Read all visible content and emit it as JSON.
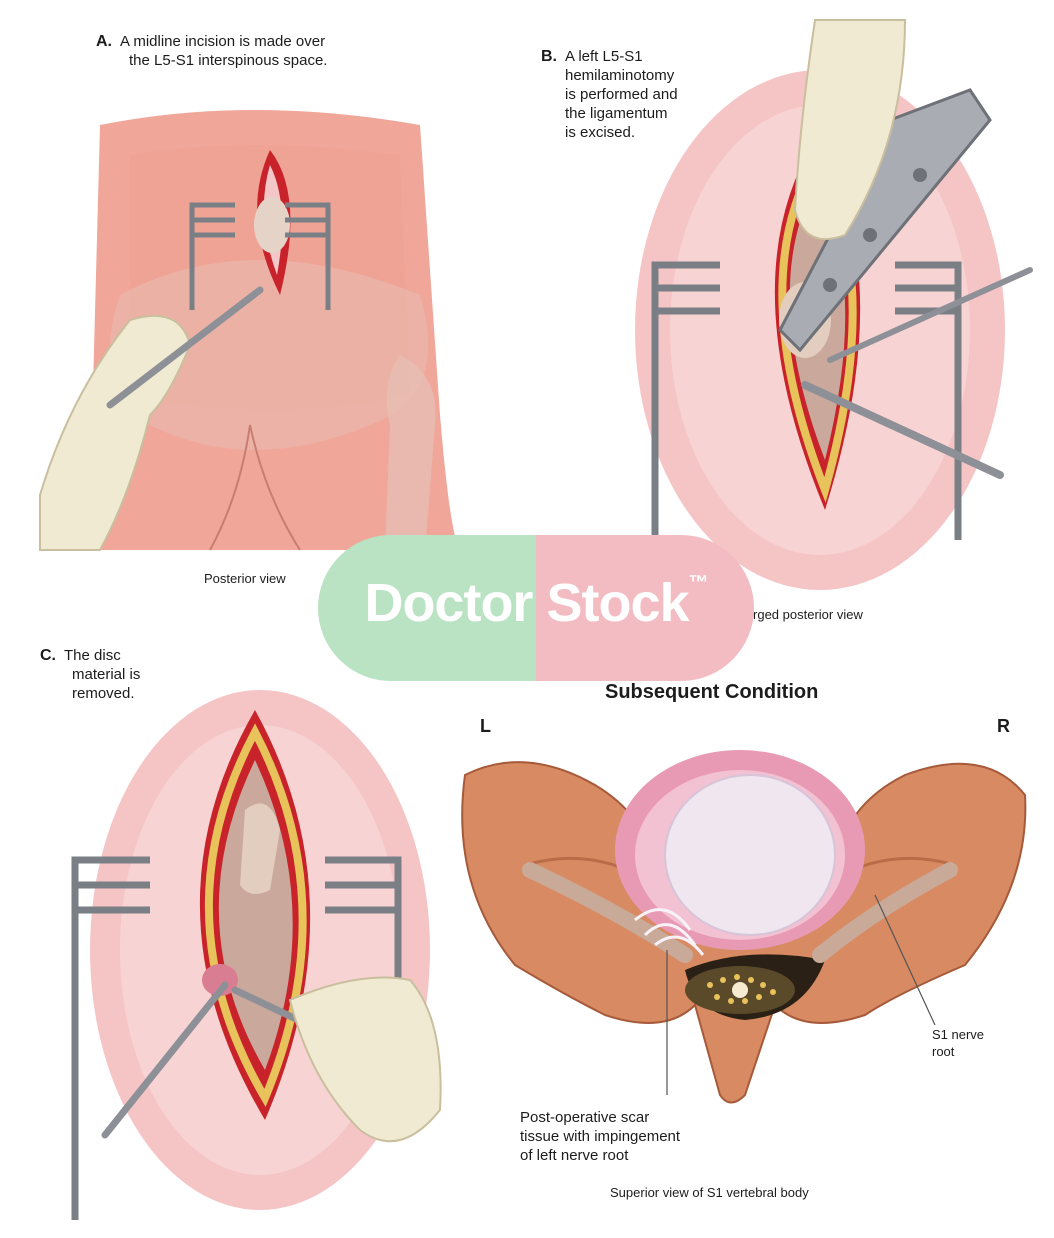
{
  "panel_a": {
    "letter": "A.",
    "caption_line1": "A midline incision is made over",
    "caption_line2": "the L5-S1 interspinous space.",
    "view_label": "Posterior view"
  },
  "panel_b": {
    "letter": "B.",
    "caption_line1": "A left L5-S1",
    "caption_line2": "hemilaminotomy",
    "caption_line3": "is performed and",
    "caption_line4": "the ligamentum",
    "caption_line5": "is excised.",
    "view_label": "Enlarged posterior view"
  },
  "panel_c": {
    "letter": "C.",
    "caption_line1": "The disc",
    "caption_line2": "material is",
    "caption_line3": "removed."
  },
  "panel_d": {
    "title": "Subsequent Condition",
    "left_marker": "L",
    "right_marker": "R",
    "s1_label_line1": "S1 nerve",
    "s1_label_line2": "root",
    "scar_label_line1": "Post-operative scar",
    "scar_label_line2": "tissue with impingement",
    "scar_label_line3": "of left nerve root",
    "view_label": "Superior view of S1 vertebral body"
  },
  "watermark": {
    "word1": "Doctor",
    "word2": "Stock",
    "mark": "™"
  },
  "colors": {
    "skin": "#f0a79a",
    "tissue_pink": "#f5c5c6",
    "muscle_red": "#c8232a",
    "fat_yellow": "#e8c25a",
    "bone": "#d88a62",
    "disc_white": "#efe6f0",
    "retractor": "#7a7f86",
    "glove": "#f1ead2",
    "watermark_green": "#b9e3c2",
    "watermark_pink": "#f2bcc2"
  }
}
